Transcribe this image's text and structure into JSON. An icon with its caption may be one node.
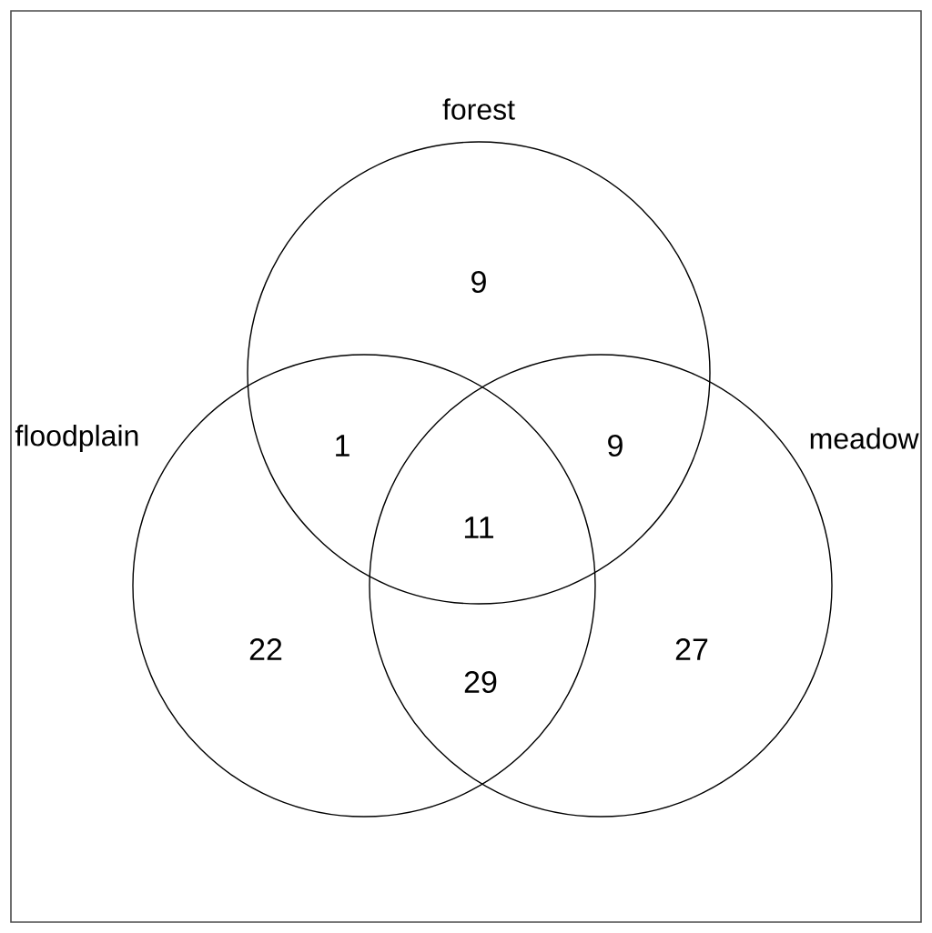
{
  "diagram": {
    "nodes": [
      {
        "text": [
          "forest"
        ]
      },
      {
        "text": [
          "floodplain"
        ]
      },
      {
        "text": [
          "meadow"
        ]
      }
    ],
    "edges": [],
    "labels": [
      "9",
      "1",
      "9",
      "11",
      "22",
      "29",
      "27"
    ]
  }
}
